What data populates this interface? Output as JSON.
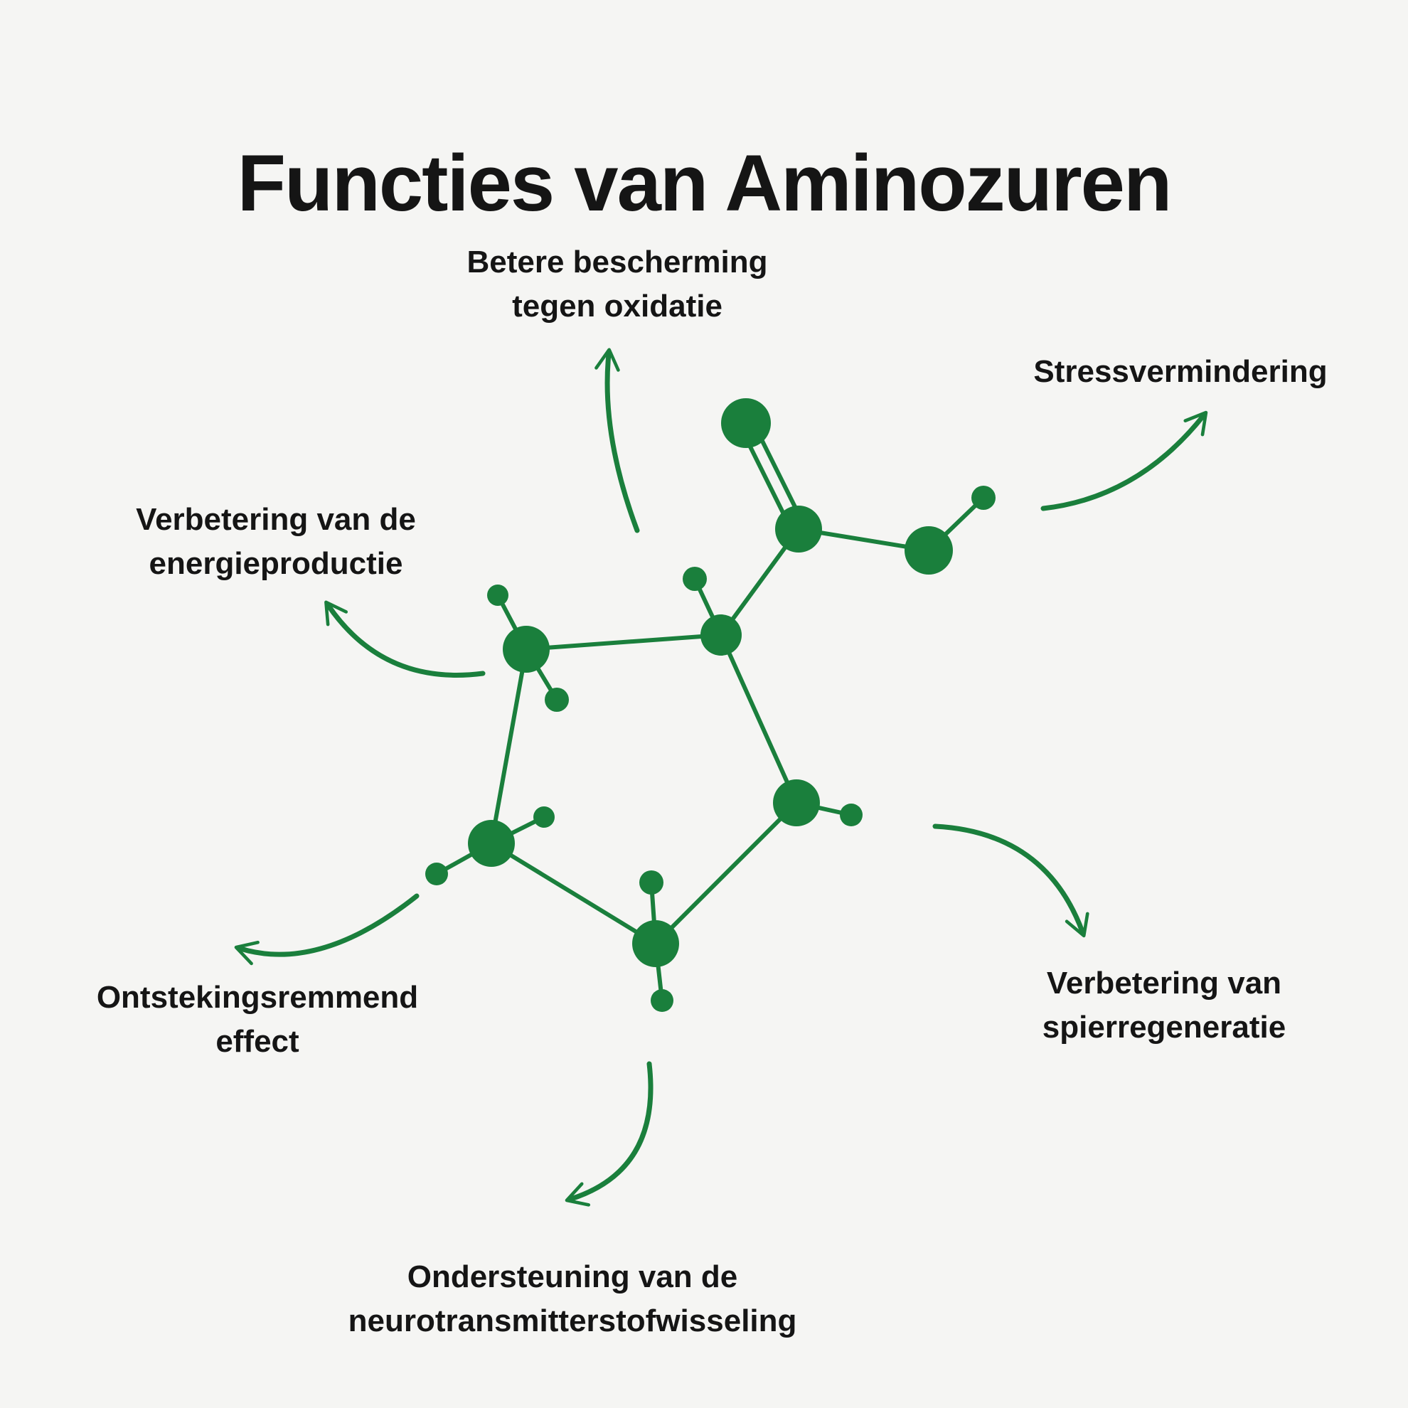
{
  "title": "Functies van Aminozuren",
  "colors": {
    "accent-green": "#1a7f3c",
    "text-color": "#151515",
    "page-bg": "#f5f5f3"
  },
  "labels": {
    "oxidation": "Betere bescherming\ntegen oxidatie",
    "stress": "Stressvermindering",
    "energy": "Verbetering van de\nenergieproductie",
    "inflammation": "Ontstekingsremmend\neffect",
    "muscle": "Verbetering van\nspierregeneratie",
    "neuro": "Ondersteuning van de\nneurotransmitterstofwisseling"
  }
}
